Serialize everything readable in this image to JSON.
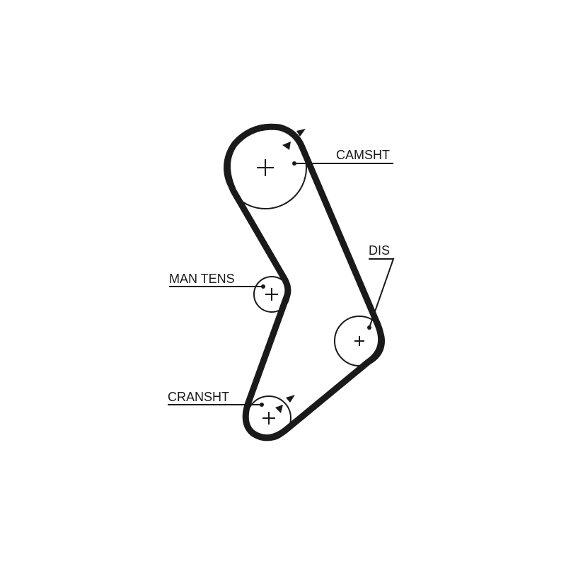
{
  "labels": {
    "camshaft": "CAMSHT",
    "distributor": "DIS",
    "manual_tensioner": "MAN TENS",
    "crankshaft": "CRANSHT"
  },
  "colors": {
    "ink": "#1a1a1a",
    "background": "#ffffff"
  }
}
